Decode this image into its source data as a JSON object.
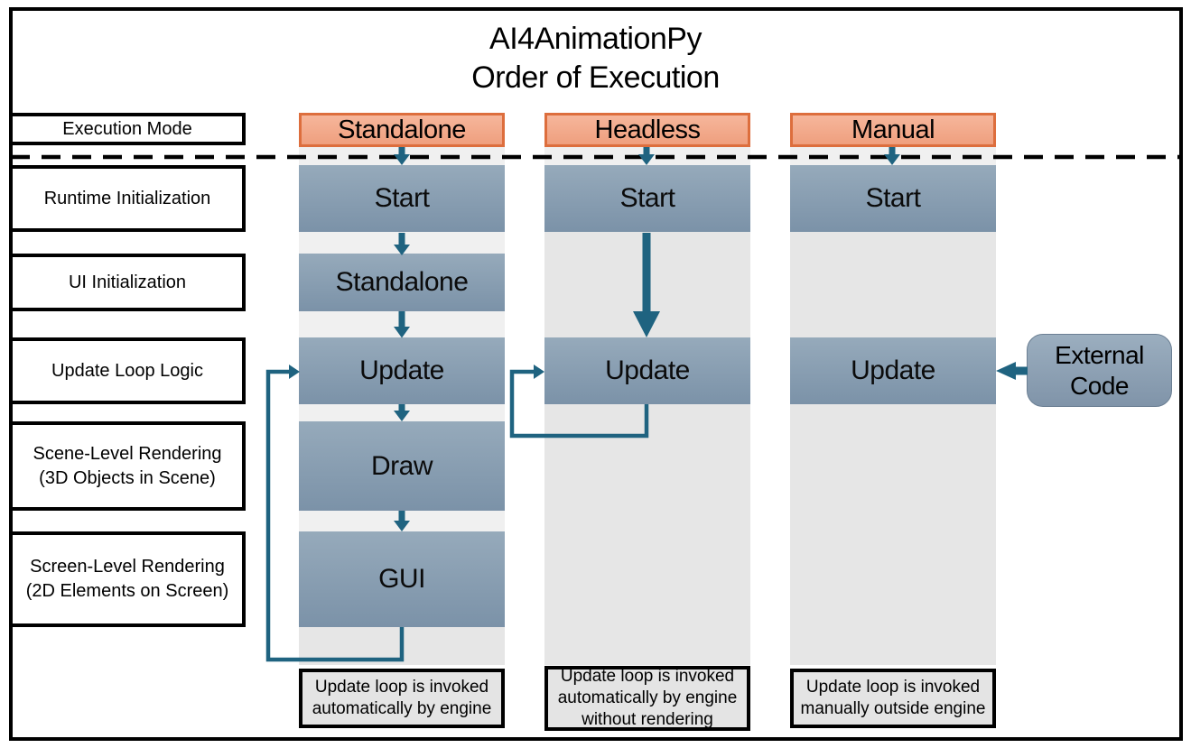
{
  "title": {
    "line1": "AI4AnimationPy",
    "line2": "Order of Execution"
  },
  "row_labels": [
    {
      "text": "Execution Mode"
    },
    {
      "text": "Runtime Initialization"
    },
    {
      "text": "UI Initialization"
    },
    {
      "text": "Update Loop Logic"
    },
    {
      "text": "Scene-Level Rendering\n(3D Objects in Scene)"
    },
    {
      "text": "Screen-Level Rendering\n(2D Elements on Screen)"
    }
  ],
  "columns": [
    {
      "header": "Standalone",
      "boxes": {
        "start": "Start",
        "standalone": "Standalone",
        "update": "Update",
        "draw": "Draw",
        "gui": "GUI"
      },
      "note": "Update loop is invoked\nautomatically by engine"
    },
    {
      "header": "Headless",
      "boxes": {
        "start": "Start",
        "update": "Update"
      },
      "note": "Update loop is invoked\nautomatically by engine\nwithout rendering"
    },
    {
      "header": "Manual",
      "boxes": {
        "start": "Start",
        "update": "Update"
      },
      "note": "Update loop is invoked\nmanually outside engine"
    }
  ],
  "external_code": {
    "text": "External\nCode"
  },
  "colors": {
    "header_fill_top": "#F6B69B",
    "header_fill_bottom": "#EF9F7E",
    "header_border": "#DD6E3D",
    "box_fill_top": "#96AABB",
    "box_fill_bottom": "#7B92A8",
    "arrow": "#1F6380",
    "lane": "#E6E6E6",
    "lane_gap": "#F0F0F0",
    "note_fill": "#E4E4E4",
    "frame": "#000000"
  }
}
